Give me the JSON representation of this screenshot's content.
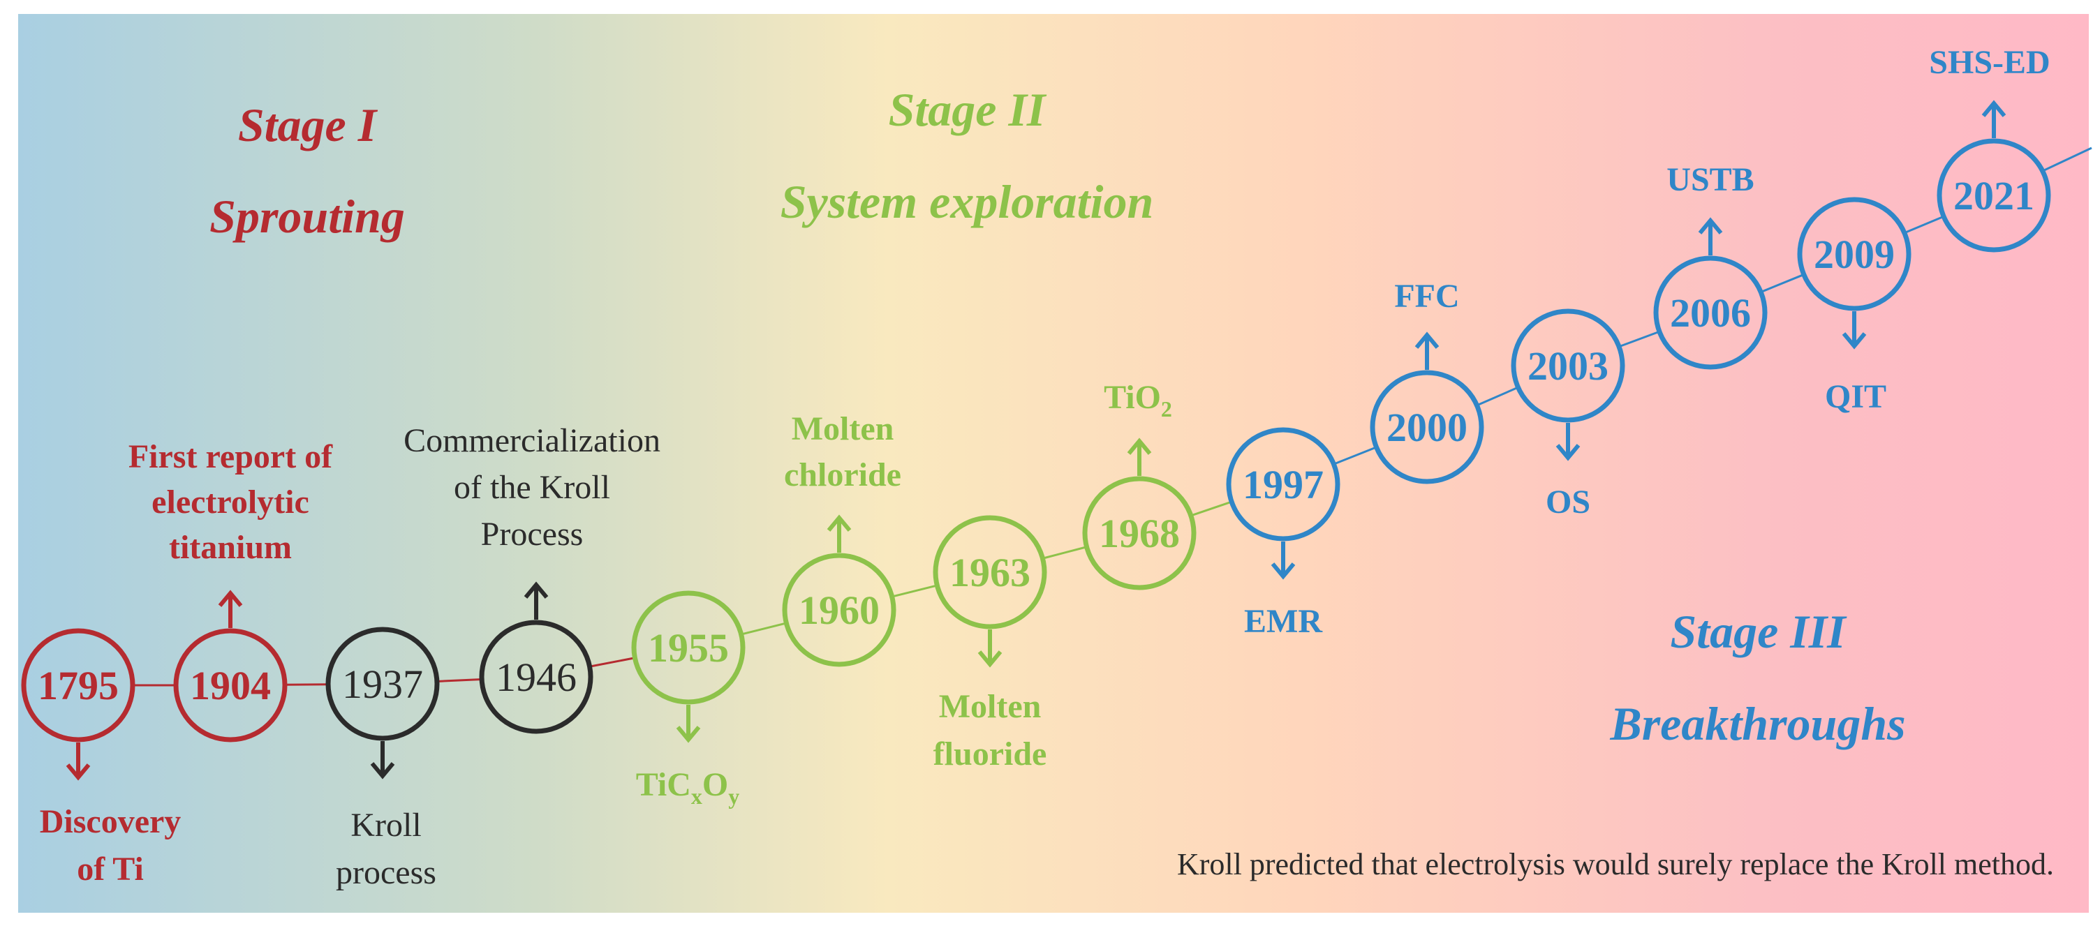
{
  "colors": {
    "stage1": "#b52b30",
    "neutral": "#2b2b2b",
    "stage2": "#8dc24a",
    "stage3": "#2f86c8",
    "gradient": [
      "#a9cfe2",
      "#cfdcc8",
      "#f9e9bf",
      "#ffd6bc",
      "#fcbfc4",
      "#ffb9c6"
    ]
  },
  "stages": [
    {
      "title": "Stage I",
      "subtitle": "Sprouting",
      "color": "#b52b30"
    },
    {
      "title": "Stage II",
      "subtitle": "System exploration",
      "color": "#8dc24a"
    },
    {
      "title": "Stage III",
      "subtitle": "Breakthroughs",
      "color": "#2f86c8"
    }
  ],
  "milestones": [
    {
      "year": "1795",
      "label_lines": [
        "Discovery",
        "of Ti"
      ],
      "arrow": "down",
      "color": "#b52b30",
      "bold": true
    },
    {
      "year": "1904",
      "label_lines": [
        "First report of",
        "electrolytic",
        "titanium"
      ],
      "arrow": "up",
      "color": "#b52b30",
      "bold": true
    },
    {
      "year": "1937",
      "label_lines": [
        "Kroll",
        "process"
      ],
      "arrow": "down",
      "color": "#2b2b2b",
      "bold": false
    },
    {
      "year": "1946",
      "label_lines": [
        "Commercialization",
        "of the Kroll",
        "Process"
      ],
      "arrow": "up",
      "color": "#2b2b2b",
      "bold": false
    },
    {
      "year": "1955",
      "label_lines": [
        "TiCxOy"
      ],
      "arrow": "down",
      "color": "#8dc24a",
      "bold": true
    },
    {
      "year": "1960",
      "label_lines": [
        "Molten",
        "chloride"
      ],
      "arrow": "up",
      "color": "#8dc24a",
      "bold": true
    },
    {
      "year": "1963",
      "label_lines": [
        "Molten",
        "fluoride"
      ],
      "arrow": "down",
      "color": "#8dc24a",
      "bold": true
    },
    {
      "year": "1968",
      "label_lines": [
        "TiO2"
      ],
      "arrow": "up",
      "color": "#8dc24a",
      "bold": true
    },
    {
      "year": "1997",
      "label_lines": [
        "EMR"
      ],
      "arrow": "down",
      "color": "#2f86c8",
      "bold": true
    },
    {
      "year": "2000",
      "label_lines": [
        "FFC"
      ],
      "arrow": "up",
      "color": "#2f86c8",
      "bold": true
    },
    {
      "year": "2003",
      "label_lines": [
        "OS"
      ],
      "arrow": "down",
      "color": "#2f86c8",
      "bold": true
    },
    {
      "year": "2006",
      "label_lines": [
        "USTB"
      ],
      "arrow": "up",
      "color": "#2f86c8",
      "bold": true
    },
    {
      "year": "2009",
      "label_lines": [
        "QIT"
      ],
      "arrow": "down",
      "color": "#2f86c8",
      "bold": true
    },
    {
      "year": "2021",
      "label_lines": [
        "SHS-ED"
      ],
      "arrow": "up",
      "color": "#2f86c8",
      "bold": true
    }
  ],
  "footnote": "Kroll predicted that electrolysis would surely replace the Kroll method."
}
